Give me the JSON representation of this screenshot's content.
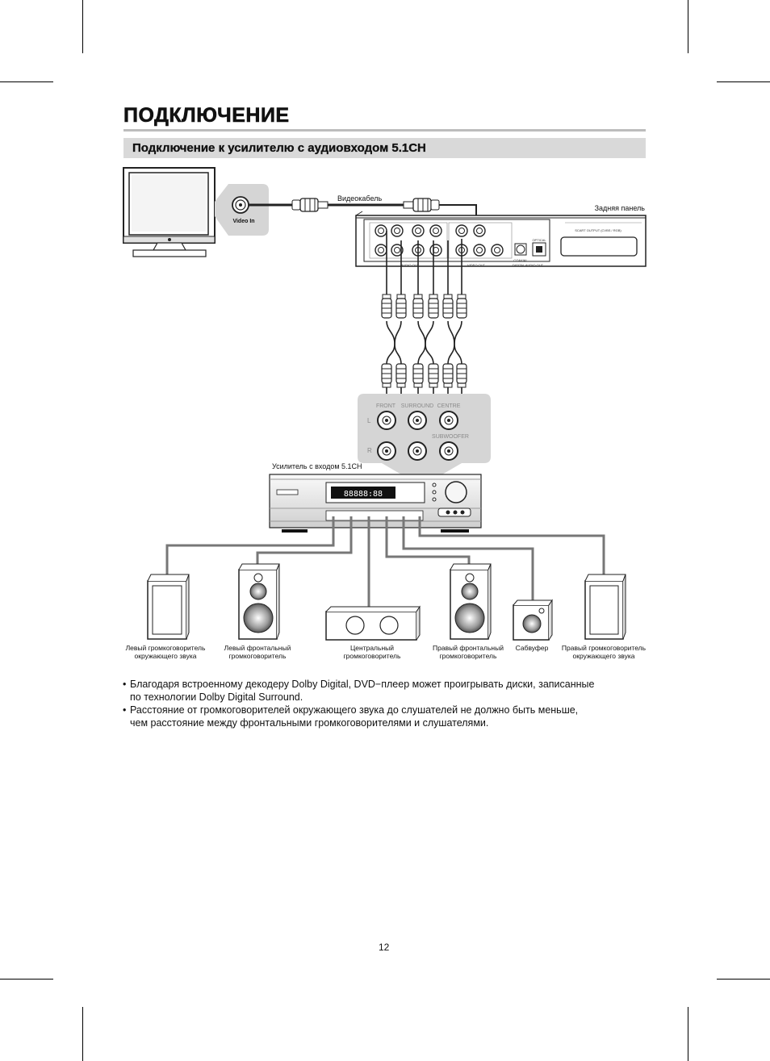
{
  "header": {
    "page_title": "ПОДКЛЮЧЕНИЕ",
    "section_title": "Подключение к усилителю с аудиовходом 5.1CH"
  },
  "diagram": {
    "tv_input_label": "Video In",
    "video_cable_label": "Видеокабель",
    "rear_panel_label": "Задняя панель",
    "rear_panel": {
      "scart_label": "SCART OUTPUT (CVBS / RGB)",
      "audio_out_label": "AUDIO OUT",
      "video_out_label": "VIDEO OUT",
      "digital_label": "DIGITAL AUDIO OUT",
      "coaxial_label": "COAXIAL",
      "optical_label": "OPTICAL"
    },
    "amp_panel": {
      "front": "FRONT",
      "surround": "SURROUND",
      "centre": "CENTRE",
      "subwoofer": "SUBWOOFER",
      "left": "L",
      "right": "R"
    },
    "amplifier_label": "Усилитель с входом 5.1CH",
    "speakers": [
      {
        "label": "Левый громкоговоритель окружающего звука",
        "lines": [
          "Левый громкоговоритель",
          "окружающего звука"
        ]
      },
      {
        "label": "Левый фронтальный громкоговоритель",
        "lines": [
          "Левый фронтальный",
          "громкоговоритель"
        ]
      },
      {
        "label": "Центральный громкоговоритель",
        "lines": [
          "Центральный",
          "громкоговоритель"
        ]
      },
      {
        "label": "Правый фронтальный громкоговоритель",
        "lines": [
          "Правый фронтальный",
          "громкоговоритель"
        ]
      },
      {
        "label": "Сабвуфер",
        "lines": [
          "Сабвуфер"
        ]
      },
      {
        "label": "Правый громкоговоритель окружающего звука",
        "lines": [
          "Правый громкоговоритель",
          "окружающего звука"
        ]
      }
    ]
  },
  "notes": [
    {
      "lines": [
        "Благодаря встроенному декодеру Dolby Digital, DVD−плеер может проигрывать диски, записанные",
        "по технологии Dolby Digital Surround."
      ]
    },
    {
      "lines": [
        "Расстояние от громкоговорителей окружающего звука до слушателей не должно быть меньше,",
        "чем расстояние между фронтальными громкоговорителями и слушателями."
      ]
    }
  ],
  "page_number": "12"
}
